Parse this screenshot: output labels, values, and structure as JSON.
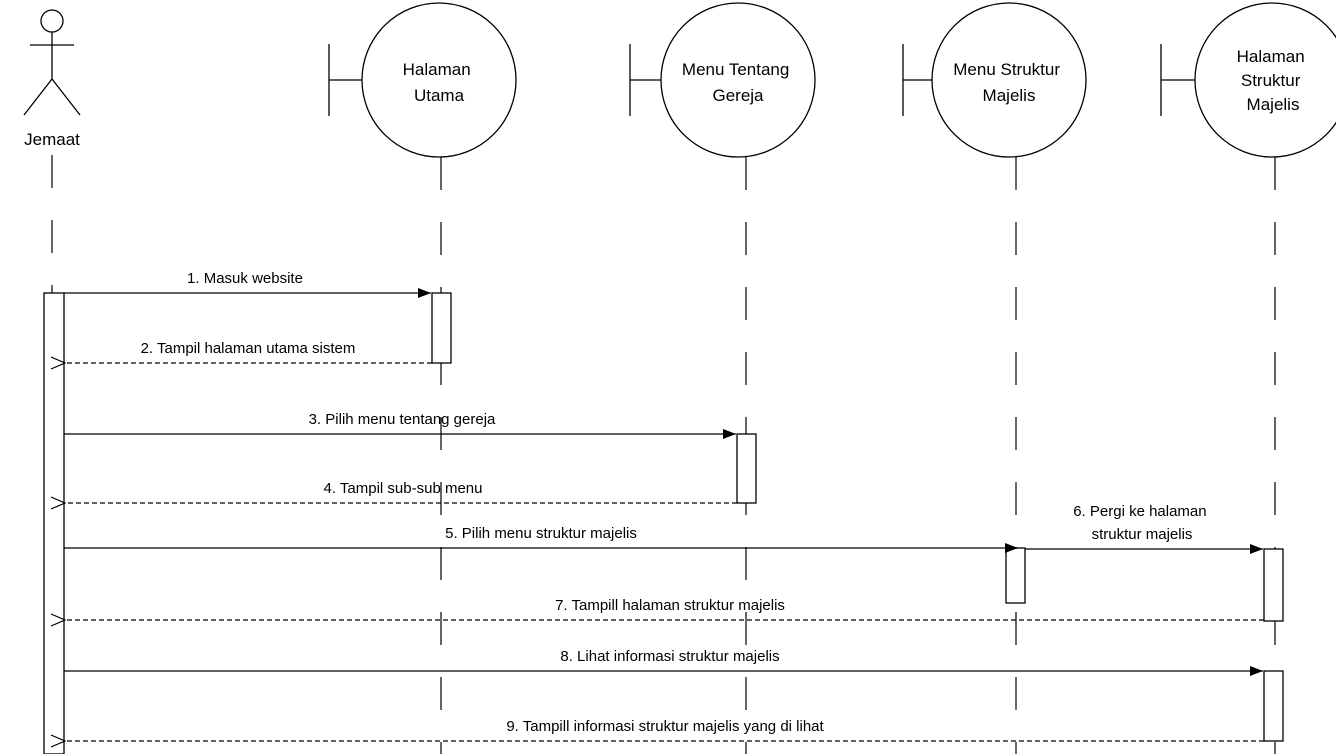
{
  "actor": {
    "label": "Jemaat"
  },
  "boundaries": [
    {
      "id": "halaman-utama",
      "lines": [
        "Halaman",
        "Utama"
      ]
    },
    {
      "id": "menu-tentang-gereja",
      "lines": [
        "Menu Tentang",
        "Gereja"
      ]
    },
    {
      "id": "menu-struktur-majelis",
      "lines": [
        "Menu Struktur",
        "Majelis"
      ]
    },
    {
      "id": "halaman-struktur-majelis",
      "lines": [
        "Halaman",
        "Struktur",
        "Majelis"
      ]
    }
  ],
  "messages": [
    {
      "label": "1. Masuk website",
      "kind": "sync"
    },
    {
      "label": "2. Tampil halaman utama sistem",
      "kind": "return"
    },
    {
      "label": "3. Pilih menu tentang gereja",
      "kind": "sync"
    },
    {
      "label": "4. Tampil sub-sub menu",
      "kind": "return"
    },
    {
      "label": "5. Pilih menu struktur majelis",
      "kind": "sync"
    },
    {
      "label": "6. Pergi ke halaman struktur majelis",
      "lines": [
        "6. Pergi ke halaman",
        "struktur majelis"
      ],
      "kind": "sync"
    },
    {
      "label": "7. Tampill halaman struktur majelis",
      "kind": "return"
    },
    {
      "label": "8. Lihat informasi struktur majelis",
      "kind": "sync"
    },
    {
      "label": "9. Tampill informasi struktur majelis yang di lihat",
      "kind": "return"
    }
  ]
}
